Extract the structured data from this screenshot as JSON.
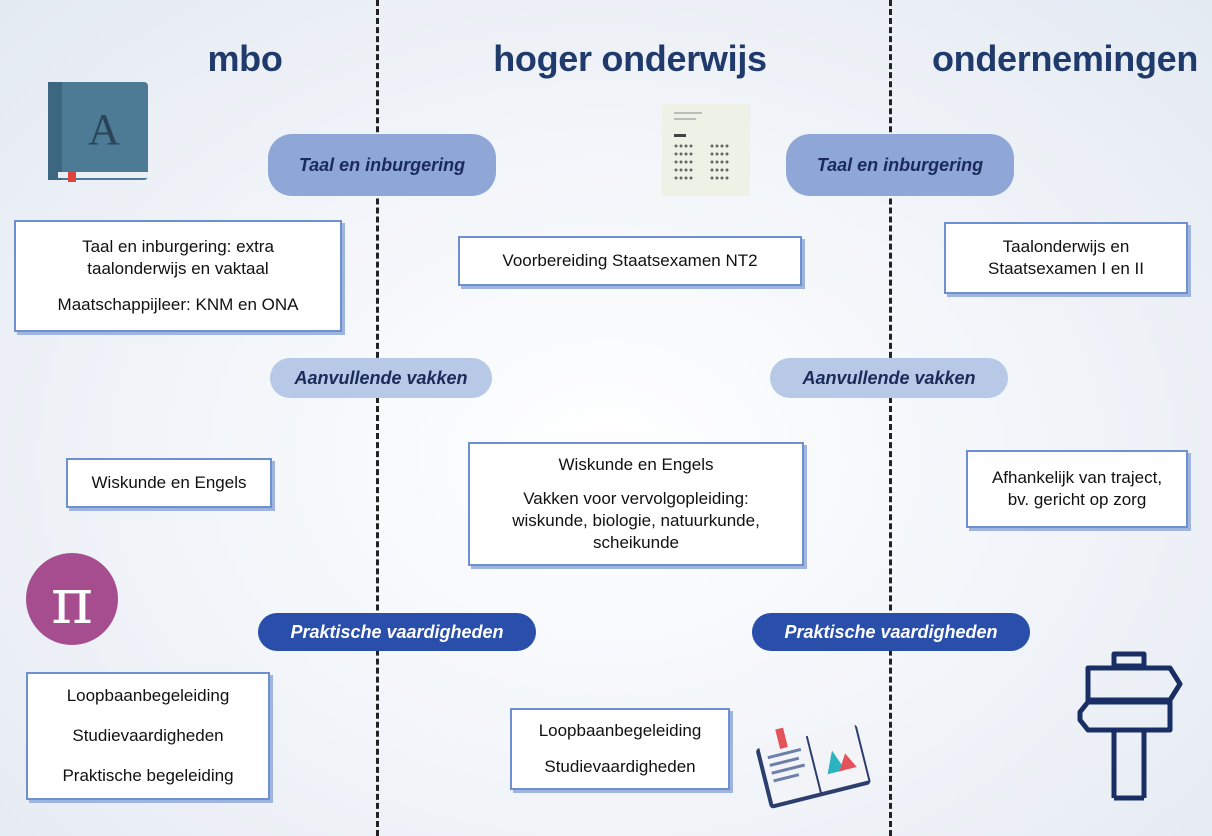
{
  "columns": {
    "mbo": "mbo",
    "hoger_onderwijs": "hoger onderwijs",
    "ondernemingen": "ondernemingen"
  },
  "sections": {
    "taal": "Taal en inburgering",
    "aanvullend": "Aanvullende vakken",
    "praktisch": "Praktische vaardigheden"
  },
  "mbo": {
    "taal": [
      "Taal en inburgering: extra",
      "taalonderwijs en vaktaal",
      "Maatschappijleer: KNM en ONA"
    ],
    "aanvullend": [
      "Wiskunde en Engels"
    ],
    "praktisch": [
      "Loopbaanbegeleiding",
      "Studievaardigheden",
      "Praktische begeleiding"
    ]
  },
  "hoger": {
    "taal": [
      "Voorbereiding Staatsexamen NT2"
    ],
    "aanvullend": [
      "Wiskunde en Engels",
      "Vakken voor vervolgopleiding:",
      "wiskunde, biologie, natuurkunde,",
      "scheikunde"
    ],
    "praktisch": [
      "Loopbaanbegeleiding",
      "Studievaardigheden"
    ]
  },
  "ondernemingen": {
    "taal": [
      "Taalonderwijs en",
      "Staatsexamen I en II"
    ],
    "aanvullend": [
      "Afhankelijk van traject,",
      "bv. gericht op zorg"
    ]
  },
  "icons": [
    "book-icon",
    "document-icon",
    "pi-icon",
    "notebook-icon",
    "signpost-icon"
  ],
  "colors": {
    "title": "#1f3a6b",
    "pill_blue": "#8fa7d6",
    "pill_light": "#b7c9e6",
    "pill_dark": "#2a4faa",
    "box_border": "#6e8fd0",
    "pi_circle": "#a64d8f"
  }
}
